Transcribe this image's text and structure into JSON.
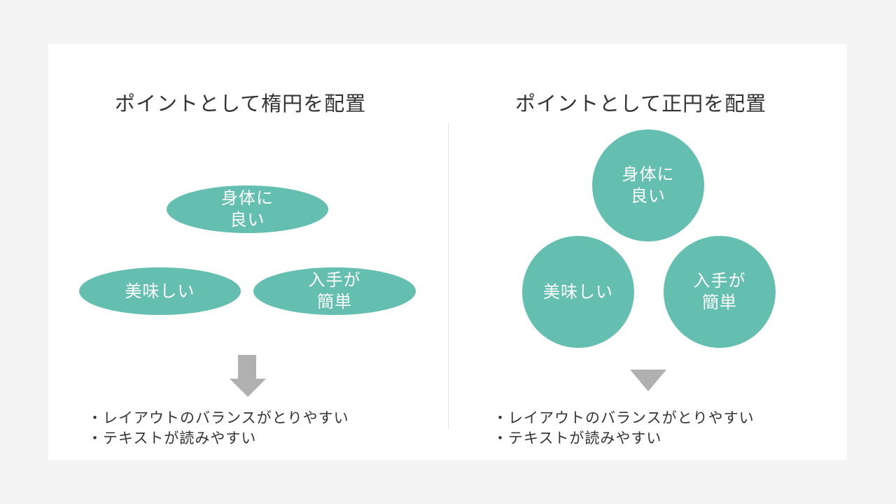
{
  "colors": {
    "background": "#f4f4f4",
    "slide": "#ffffff",
    "accent_teal": "#64bfb0",
    "arrow_gray": "#b0b0b0",
    "text": "#333333"
  },
  "left_panel": {
    "title": "ポイントとして楕円を配置",
    "shape_type": "ellipse",
    "shapes": [
      {
        "label": "身体に\n良い"
      },
      {
        "label": "美味しい"
      },
      {
        "label": "入手が\n簡単"
      }
    ],
    "arrow_icon": "down-block-arrow-icon",
    "bullets": [
      "・レイアウトのバランスがとりやすい",
      "・テキストが読みやすい"
    ]
  },
  "right_panel": {
    "title": "ポイントとして正円を配置",
    "shape_type": "circle",
    "shapes": [
      {
        "label": "身体に\n良い"
      },
      {
        "label": "美味しい"
      },
      {
        "label": "入手が\n簡単"
      }
    ],
    "arrow_icon": "down-triangle-icon",
    "bullets": [
      "・レイアウトのバランスがとりやすい",
      "・テキストが読みやすい"
    ]
  }
}
